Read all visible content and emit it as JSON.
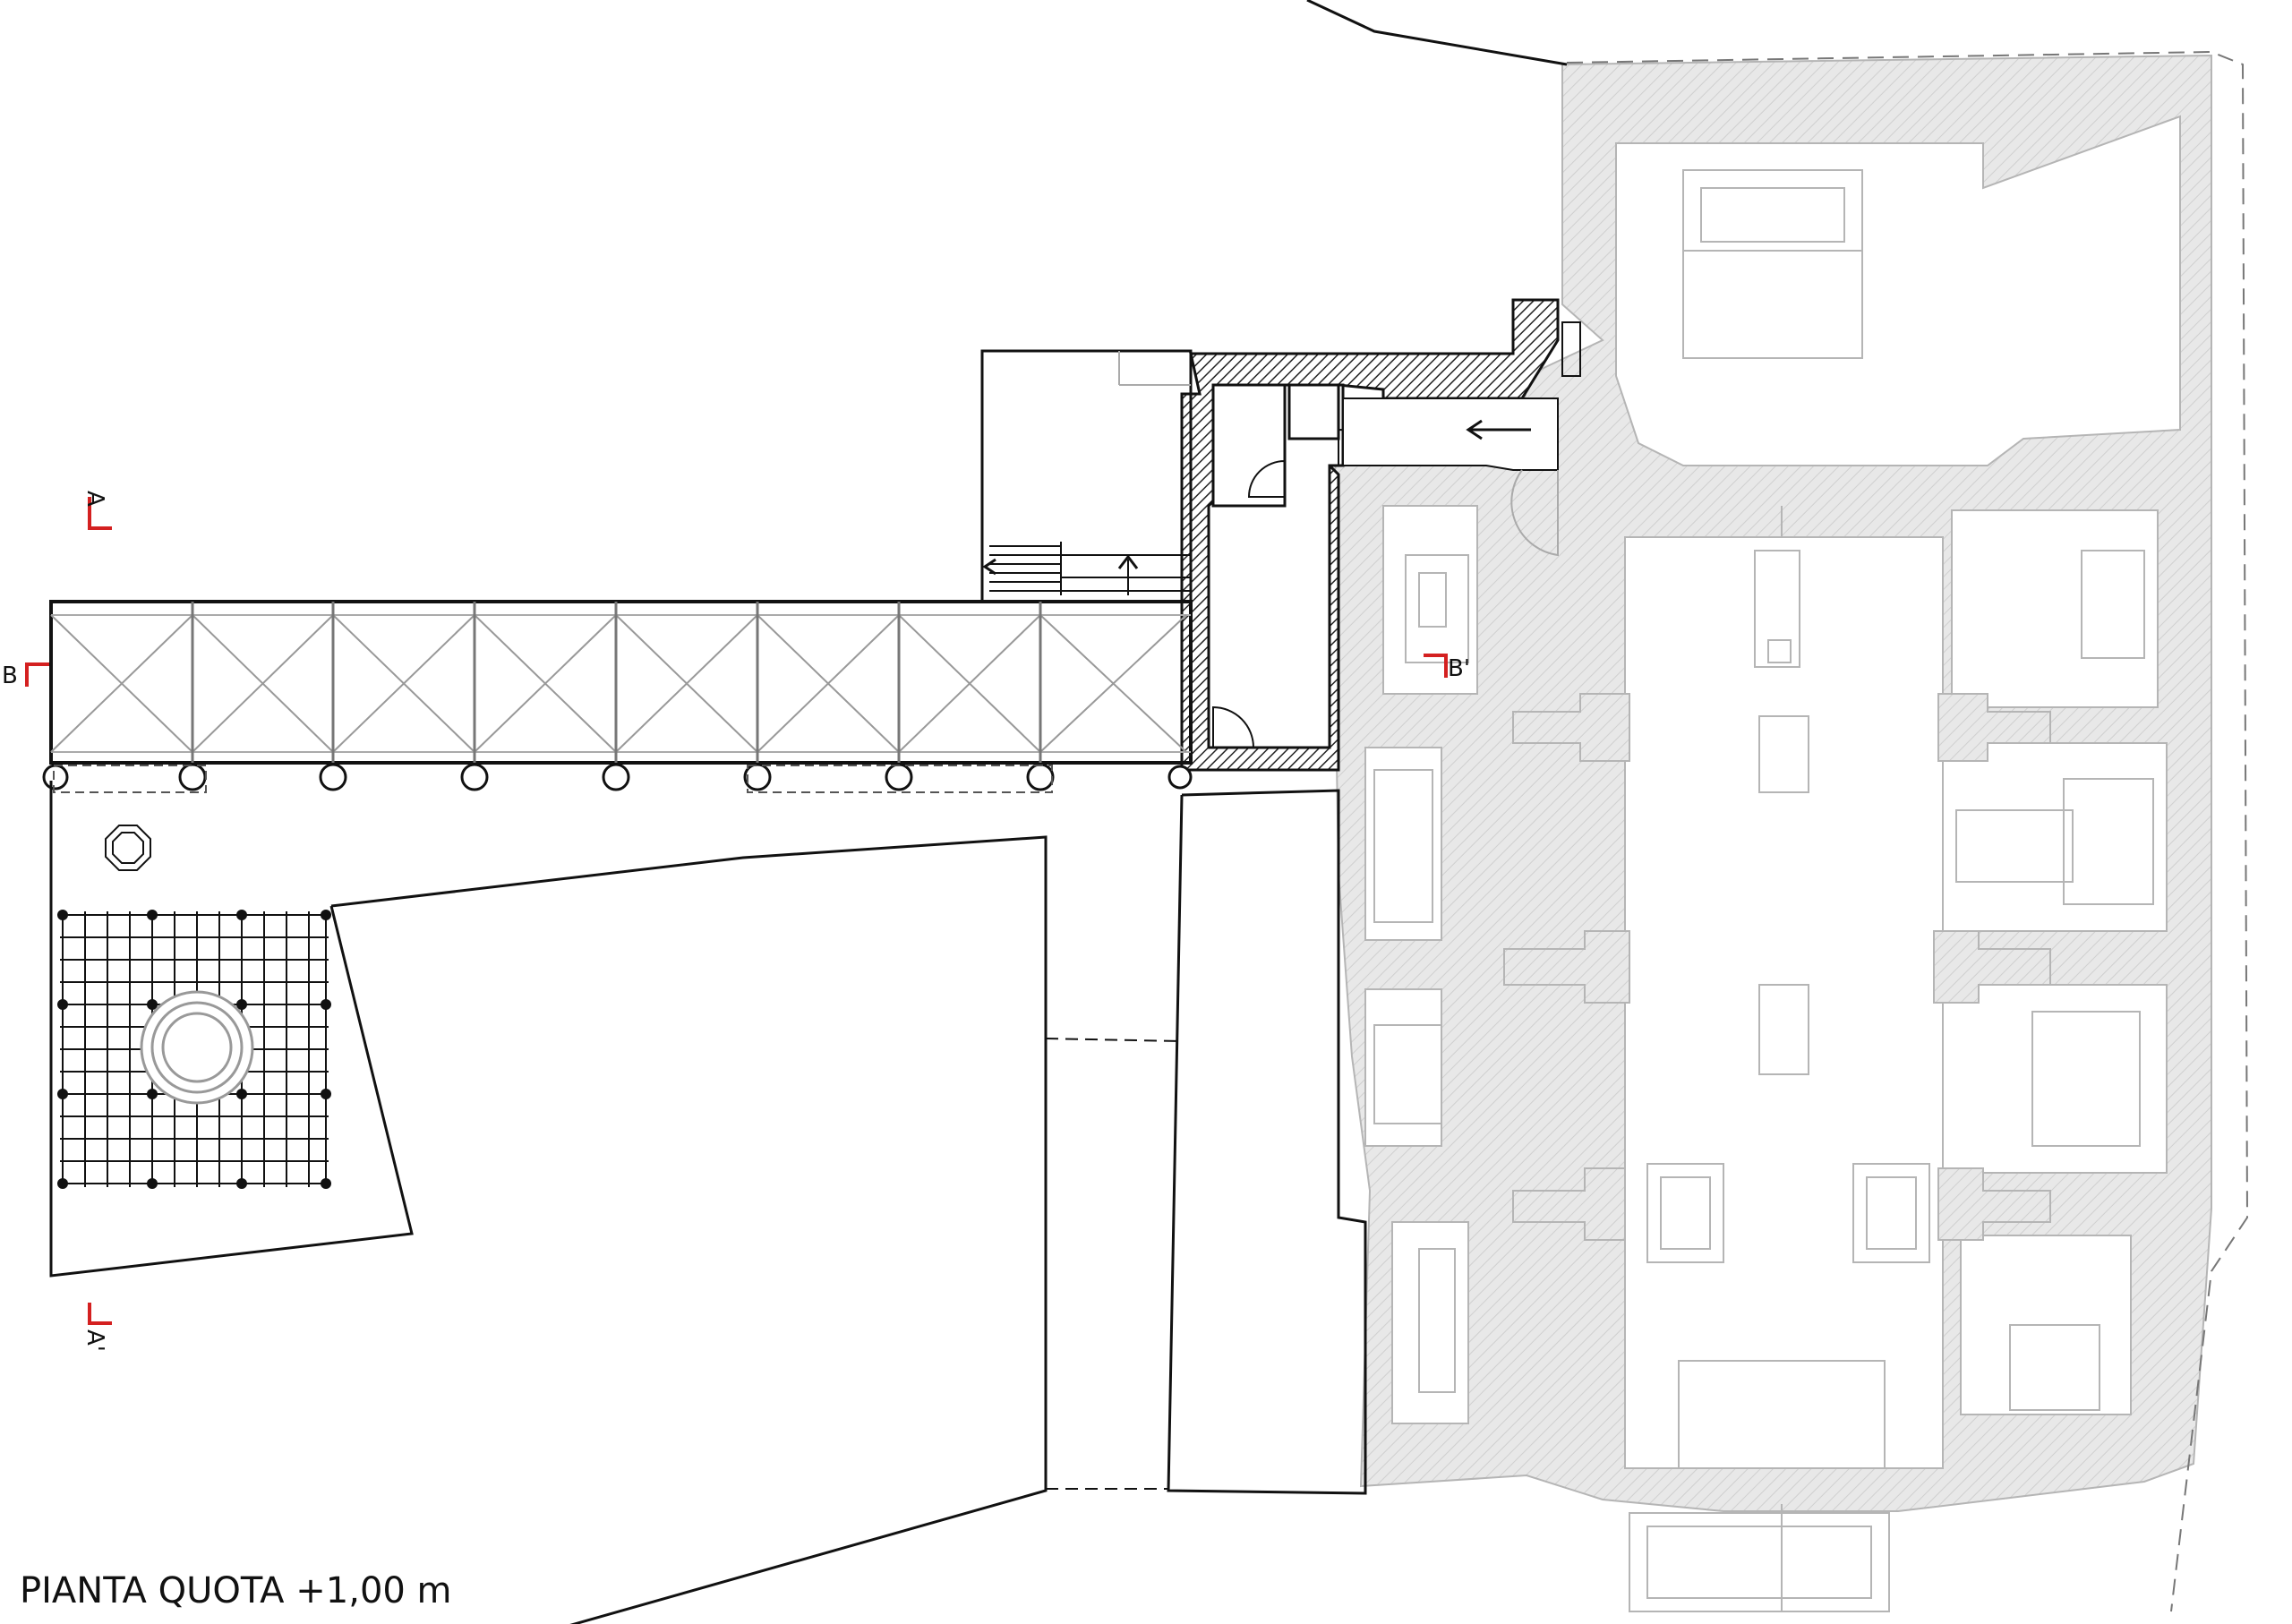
{
  "title": "PIANTA QUOTA +1,00 m",
  "section_marks": {
    "a": "A",
    "a_prime": "A'",
    "b": "B",
    "b_prime": "B'"
  },
  "colors": {
    "section_marker": "#d42020",
    "existing_wall_fill": "#e6e6e6",
    "existing_line": "#b5b5b5",
    "new_line": "#111111",
    "hatch": "#333333"
  }
}
